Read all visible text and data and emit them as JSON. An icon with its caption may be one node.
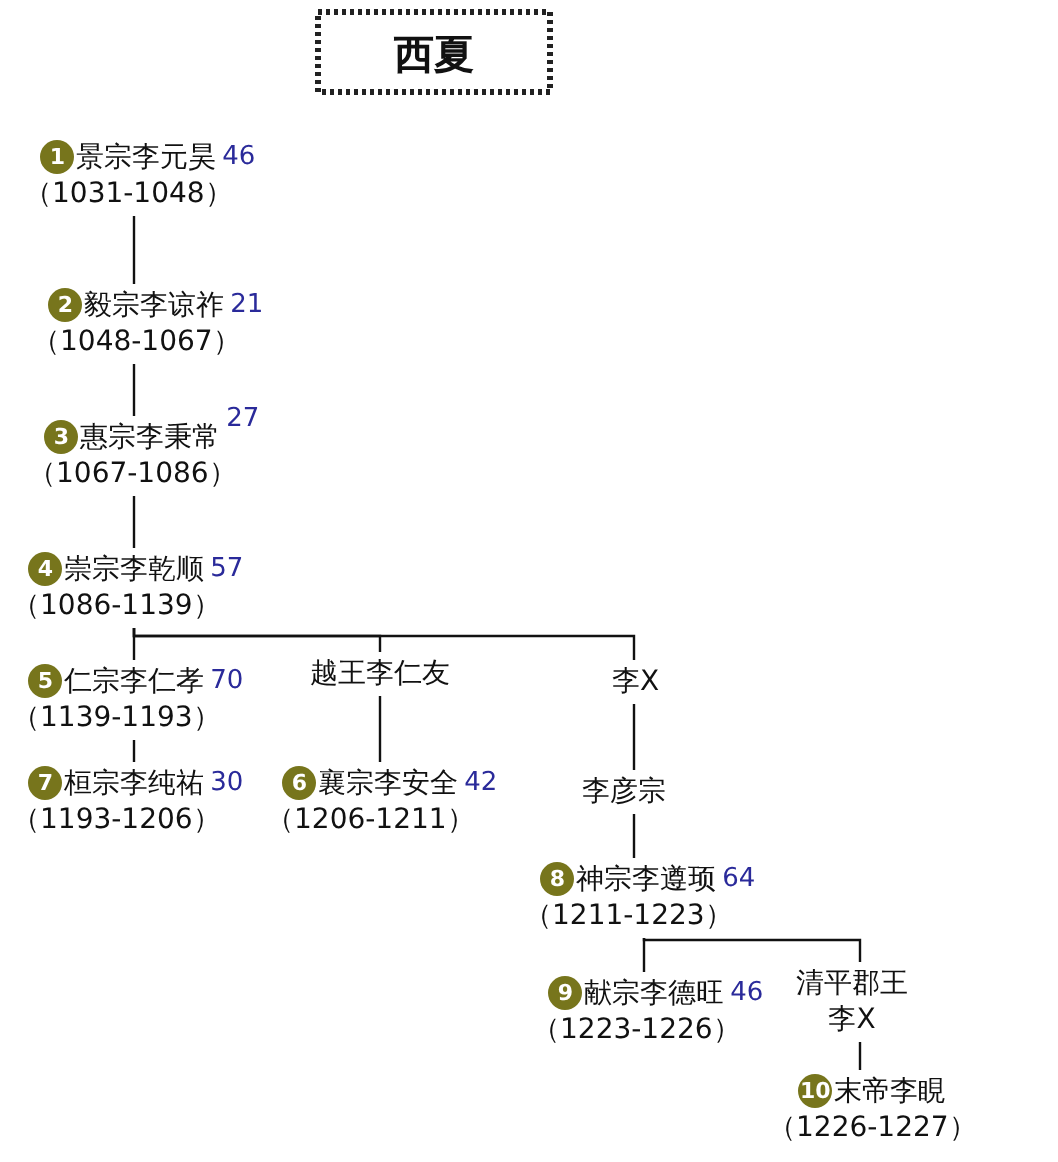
{
  "diagram": {
    "title": "西夏",
    "nodes": [
      {
        "text": [
          "1",
          "景宗李元昊",
          "（1031-1048）"
        ]
      },
      {
        "text": [
          "2",
          "毅宗李谅祚",
          "（1048-1067）"
        ]
      },
      {
        "text": [
          "3",
          "惠宗李秉常",
          "（1067-1086）"
        ]
      },
      {
        "text": [
          "4",
          "崇宗李乾顺",
          "（1086-1139）"
        ]
      },
      {
        "text": [
          "5",
          "仁宗李仁孝",
          "（1139-1193）"
        ]
      },
      {
        "text": [
          "越王李仁友"
        ]
      },
      {
        "text": [
          "李X"
        ]
      },
      {
        "text": [
          "7",
          "桓宗李纯祐",
          "（1193-1206）"
        ]
      },
      {
        "text": [
          "6",
          "襄宗李安全",
          "（1206-1211）"
        ]
      },
      {
        "text": [
          "李彦宗"
        ]
      },
      {
        "text": [
          "8",
          "神宗李遵顼",
          "（1211-1223）"
        ]
      },
      {
        "text": [
          "9",
          "献宗李德旺",
          "（1223-1226）"
        ]
      },
      {
        "text": [
          "清平郡王",
          "李X"
        ]
      },
      {
        "text": [
          "10",
          "末帝李睍",
          "（1226-1227）"
        ]
      }
    ],
    "edges": [
      {
        "from": 0,
        "to": 1,
        "arrow": "none"
      },
      {
        "from": 1,
        "to": 2,
        "arrow": "none"
      },
      {
        "from": 2,
        "to": 3,
        "arrow": "none"
      },
      {
        "from": 3,
        "to": 4,
        "arrow": "none"
      },
      {
        "from": 3,
        "to": 5,
        "arrow": "none"
      },
      {
        "from": 3,
        "to": 6,
        "arrow": "none"
      },
      {
        "from": 4,
        "to": 7,
        "arrow": "none"
      },
      {
        "from": 5,
        "to": 8,
        "arrow": "none"
      },
      {
        "from": 6,
        "to": 9,
        "arrow": "none"
      },
      {
        "from": 9,
        "to": 10,
        "arrow": "none"
      },
      {
        "from": 10,
        "to": 11,
        "arrow": "none"
      },
      {
        "from": 10,
        "to": 12,
        "arrow": "none"
      },
      {
        "from": 12,
        "to": 13,
        "arrow": "none"
      }
    ],
    "labels": [
      "46",
      "21",
      "27",
      "57",
      "70",
      "30",
      "42",
      "64",
      "46"
    ]
  }
}
